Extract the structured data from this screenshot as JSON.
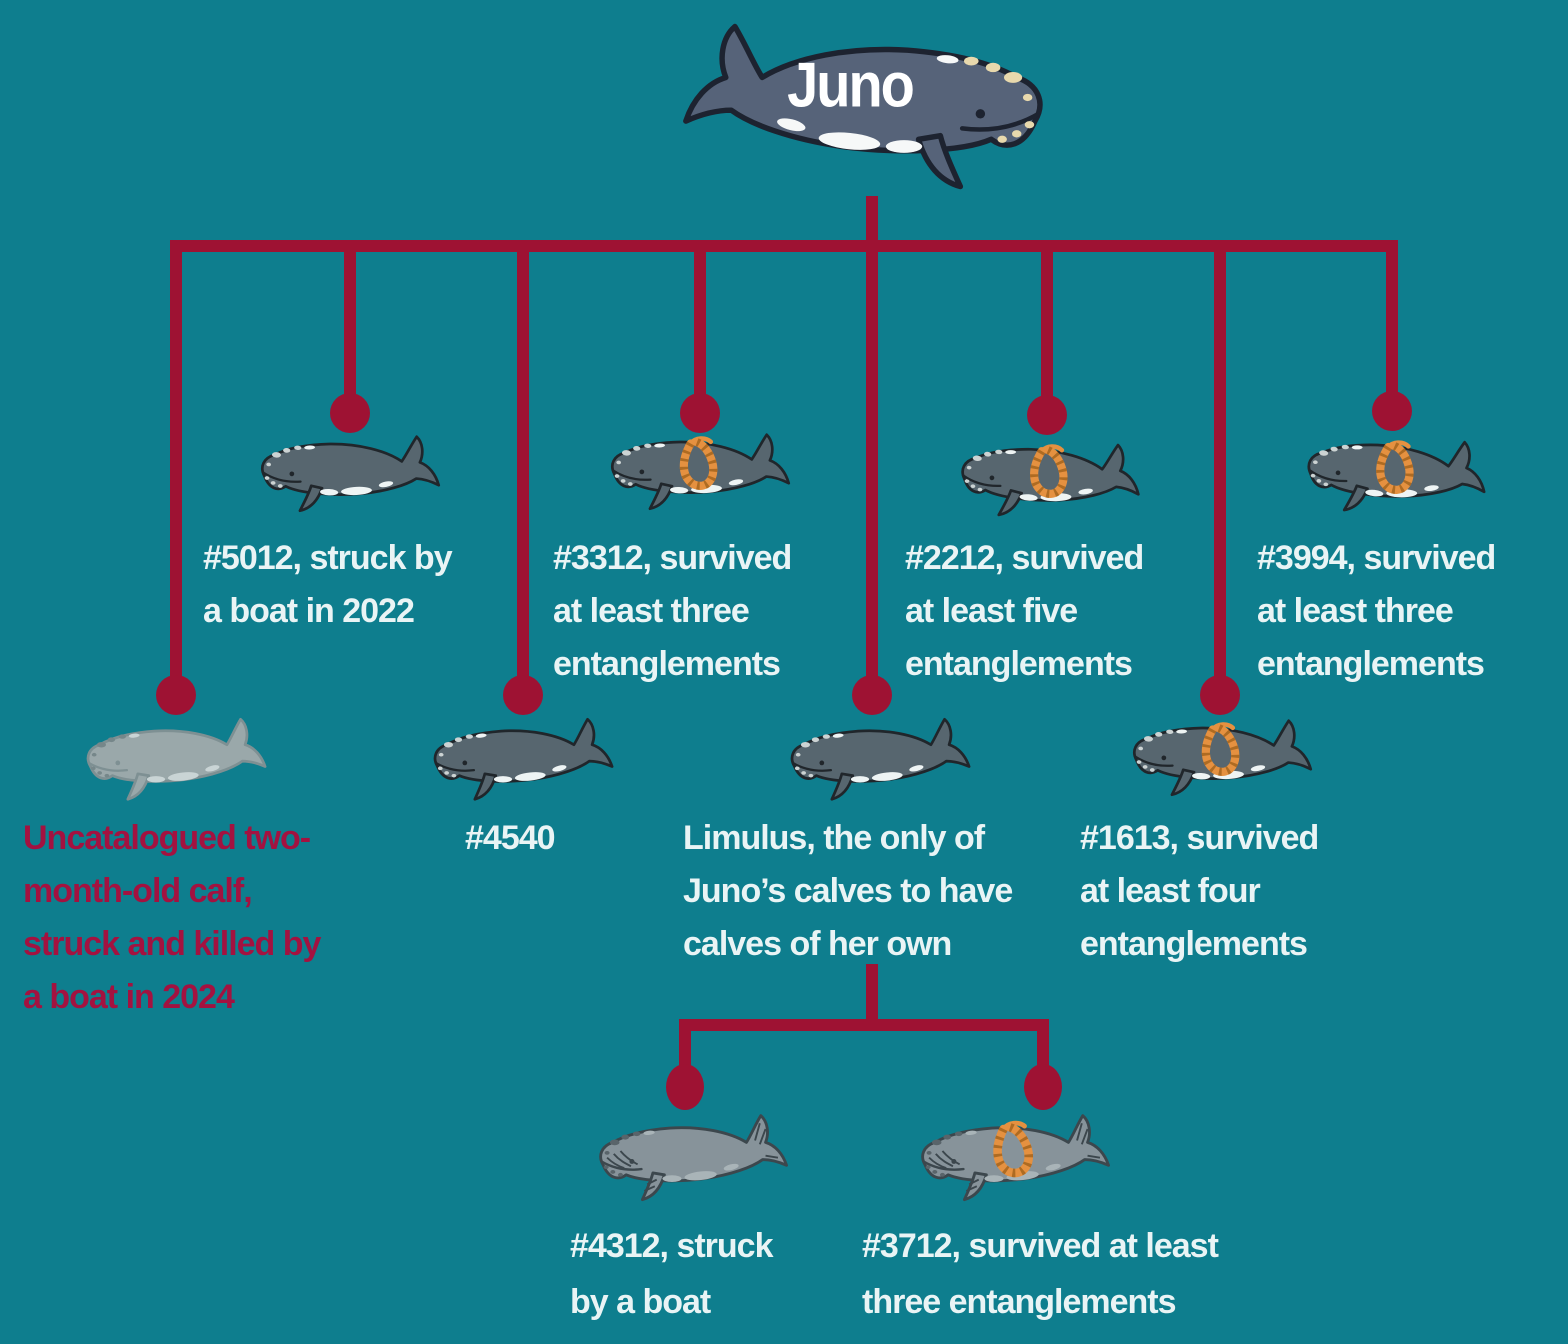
{
  "colors": {
    "background": "#0e7e8e",
    "connector": "#9e1233",
    "text-light": "#e9f4f5",
    "text-red": "#a31240",
    "rope": "#e59140",
    "rope-stripe": "#a5641d"
  },
  "tree": {
    "root": {
      "label": "Juno",
      "icon": "right-whale-icon"
    },
    "calves": [
      {
        "label": "Uncatalogued two-\nmonth-old calf,\nstruck and killed by\na boat in 2024",
        "emphasis": "red",
        "icon": "calf-silhouette-icon"
      },
      {
        "label": "#5012, struck by\na boat in 2022",
        "icon": "right-whale-icon"
      },
      {
        "label": "#4540",
        "icon": "right-whale-icon"
      },
      {
        "label": "#3312, survived\nat least three\nentanglements",
        "icon": "entangled-right-whale-icon"
      },
      {
        "label": "Limulus, the only of\nJuno’s calves to have\ncalves of her own",
        "icon": "right-whale-icon",
        "calves": [
          {
            "label": "#4312, struck\nby a boat",
            "icon": "feeding-right-whale-icon"
          },
          {
            "label": "#3712, survived at least\nthree entanglements",
            "icon": "entangled-feeding-right-whale-icon"
          }
        ]
      },
      {
        "label": "#2212, survived\nat least five\nentanglements",
        "icon": "entangled-right-whale-icon"
      },
      {
        "label": "#1613, survived\nat least four\nentanglements",
        "icon": "entangled-right-whale-icon"
      },
      {
        "label": "#3994, survived\nat least three\nentanglements",
        "icon": "entangled-right-whale-icon"
      }
    ]
  }
}
